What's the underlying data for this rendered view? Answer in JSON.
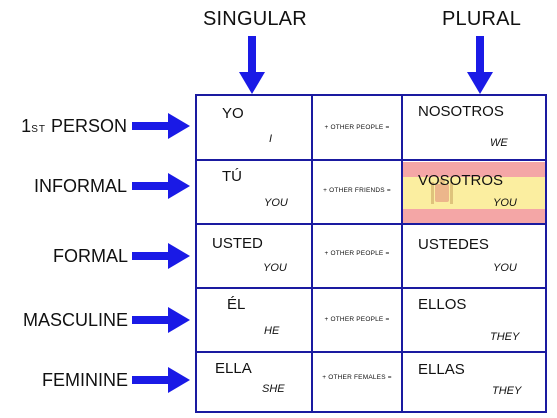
{
  "headers": {
    "singular": "SINGULAR",
    "plural": "PLURAL"
  },
  "rows": [
    {
      "label_prefix": "1",
      "label_sup": "ST",
      "label_main": " PERSON",
      "singular": "YO",
      "singular_en": "I",
      "middle": "+ OTHER PEOPLE =",
      "plural": "NOSOTROS",
      "plural_en": "WE"
    },
    {
      "label": "INFORMAL",
      "singular": "TÚ",
      "singular_en": "YOU",
      "middle": "+ OTHER FRIENDS =",
      "plural": "VOSOTROS",
      "plural_en": "YOU"
    },
    {
      "label": "FORMAL",
      "singular": "USTED",
      "singular_en": "YOU",
      "middle": "+ OTHER PEOPLE =",
      "plural": "USTEDES",
      "plural_en": "YOU"
    },
    {
      "label": "MASCULINE",
      "singular": "ÉL",
      "singular_en": "HE",
      "middle": "+ OTHER PEOPLE =",
      "plural": "ELLOS",
      "plural_en": "THEY"
    },
    {
      "label": "FEMININE",
      "singular": "ELLA",
      "singular_en": "SHE",
      "middle": "+ OTHER FEMALES =",
      "plural": "ELLAS",
      "plural_en": "THEY"
    }
  ],
  "colors": {
    "arrow": "#1a1ae6",
    "grid": "#1a1aa0",
    "flag_red": "#f4a6a6",
    "flag_yellow": "#fbeea0"
  },
  "icons": {
    "flag": "spain-flag-icon"
  }
}
